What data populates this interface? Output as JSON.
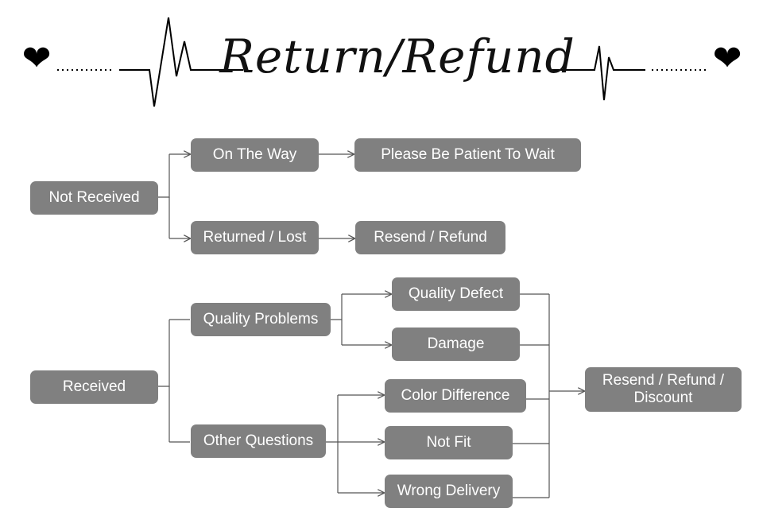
{
  "title": "Return/Refund",
  "icons": {
    "left": "heart-icon",
    "right": "heart-icon"
  },
  "colors": {
    "node_fill": "#808080",
    "node_text": "#ffffff",
    "line": "#555555"
  },
  "nodes": {
    "not_received": "Not Received",
    "on_the_way": "On The Way",
    "please_wait": "Please Be Patient To Wait",
    "returned_lost": "Returned / Lost",
    "resend_refund": "Resend / Refund",
    "received": "Received",
    "quality_problems": "Quality Problems",
    "quality_defect": "Quality Defect",
    "damage": "Damage",
    "other_questions": "Other Questions",
    "color_difference": "Color Difference",
    "not_fit": "Not Fit",
    "wrong_delivery": "Wrong Delivery",
    "resend_refund_discount": "Resend / Refund / Discount"
  }
}
